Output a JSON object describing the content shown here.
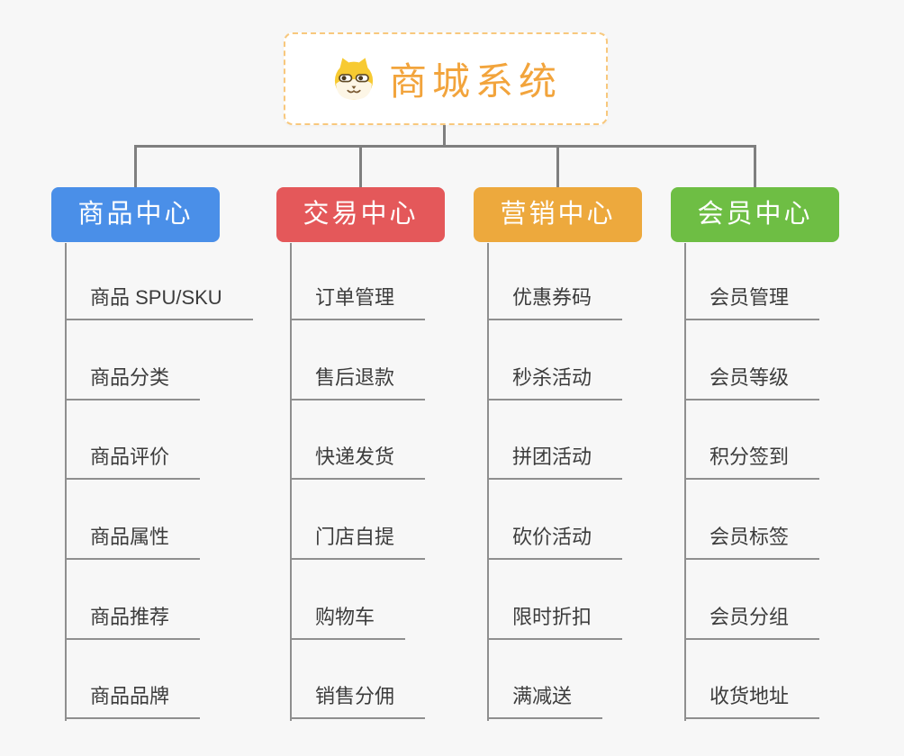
{
  "page": {
    "background_color": "#f7f7f7"
  },
  "root": {
    "title": "商城系统",
    "title_color": "#f2a43c",
    "border_color": "#f8c87d",
    "icon": "shiba-dog-icon"
  },
  "style": {
    "connector_color": "#7f7f7f",
    "leaf_line_color": "#8f8f8f",
    "leaf_text_color": "#3c3c3c"
  },
  "branches": [
    {
      "label": "商品中心",
      "color": "#4a8fe8",
      "items": [
        "商品 SPU/SKU",
        "商品分类",
        "商品评价",
        "商品属性",
        "商品推荐",
        "商品品牌"
      ]
    },
    {
      "label": "交易中心",
      "color": "#e4585a",
      "items": [
        "订单管理",
        "售后退款",
        "快递发货",
        "门店自提",
        "购物车",
        "销售分佣"
      ]
    },
    {
      "label": "营销中心",
      "color": "#eda93d",
      "items": [
        "优惠券码",
        "秒杀活动",
        "拼团活动",
        "砍价活动",
        "限时折扣",
        "满减送"
      ]
    },
    {
      "label": "会员中心",
      "color": "#6ebe44",
      "items": [
        "会员管理",
        "会员等级",
        "积分签到",
        "会员标签",
        "会员分组",
        "收货地址"
      ]
    }
  ]
}
